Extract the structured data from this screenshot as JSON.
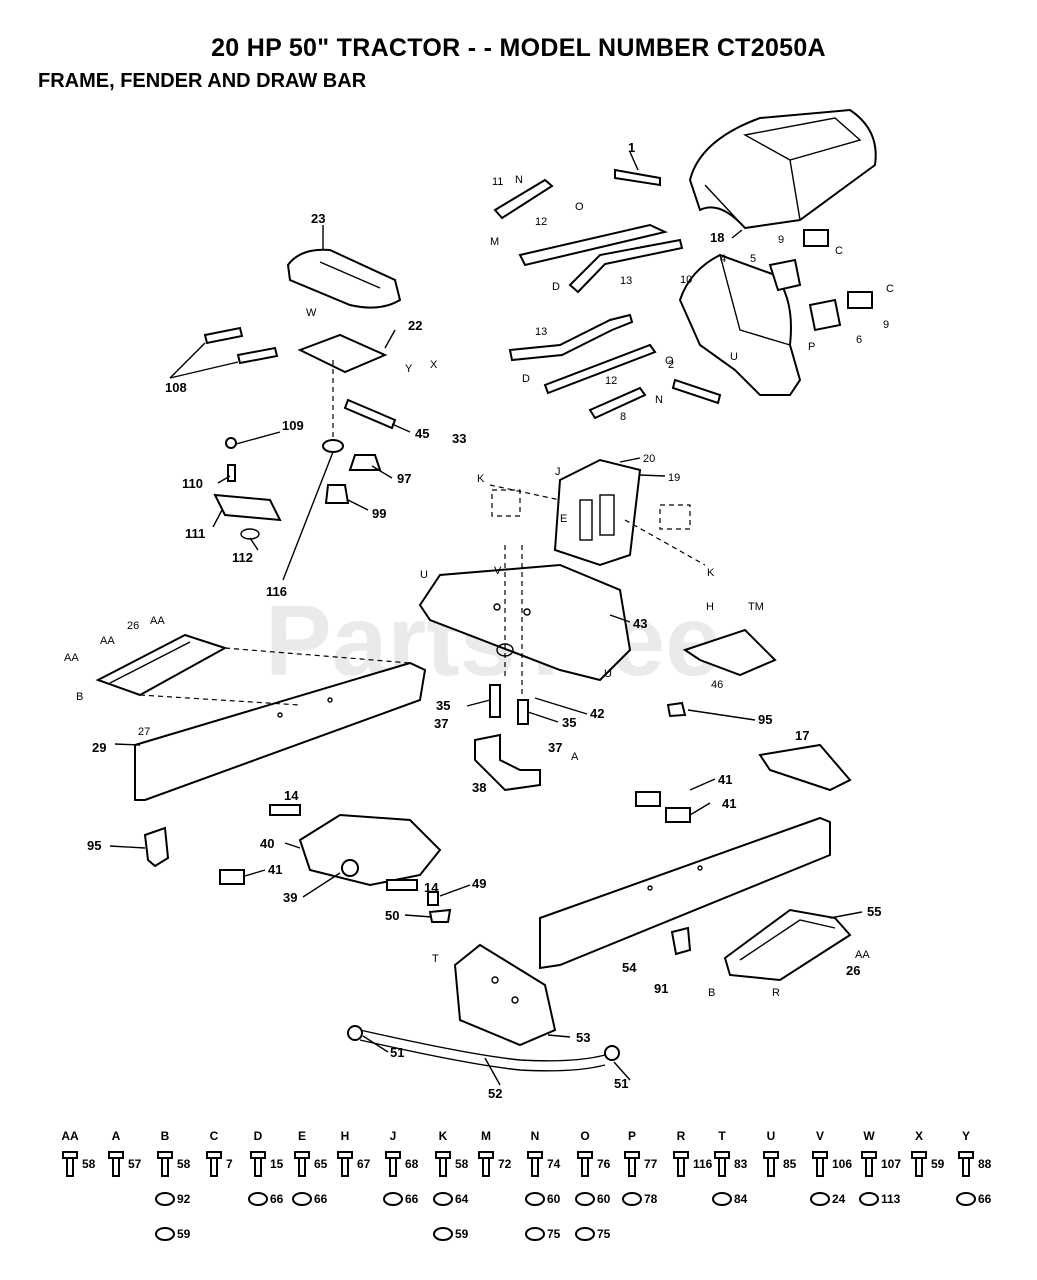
{
  "title": "20 HP 50\" TRACTOR - - MODEL NUMBER CT2050A",
  "subtitle": "FRAME, FENDER AND DRAW BAR",
  "watermark": "PartsTree",
  "watermark_mark": "TM",
  "callouts": [
    {
      "id": "1",
      "text": "1"
    },
    {
      "id": "18",
      "text": "18"
    },
    {
      "id": "11",
      "text": "11"
    },
    {
      "id": "N1",
      "text": "N"
    },
    {
      "id": "M1",
      "text": "M"
    },
    {
      "id": "12a",
      "text": "12"
    },
    {
      "id": "O1",
      "text": "O"
    },
    {
      "id": "D1",
      "text": "D"
    },
    {
      "id": "13a",
      "text": "13"
    },
    {
      "id": "9a",
      "text": "9"
    },
    {
      "id": "C1",
      "text": "C"
    },
    {
      "id": "5",
      "text": "5"
    },
    {
      "id": "10",
      "text": "10"
    },
    {
      "id": "4",
      "text": "4"
    },
    {
      "id": "9b",
      "text": "9"
    },
    {
      "id": "6",
      "text": "6"
    },
    {
      "id": "C2",
      "text": "C"
    },
    {
      "id": "P1",
      "text": "P"
    },
    {
      "id": "U1",
      "text": "U"
    },
    {
      "id": "2",
      "text": "2"
    },
    {
      "id": "13b",
      "text": "13"
    },
    {
      "id": "O2",
      "text": "O"
    },
    {
      "id": "D2",
      "text": "D"
    },
    {
      "id": "12b",
      "text": "12"
    },
    {
      "id": "N2",
      "text": "N"
    },
    {
      "id": "8",
      "text": "8"
    },
    {
      "id": "23",
      "text": "23"
    },
    {
      "id": "22",
      "text": "22"
    },
    {
      "id": "108",
      "text": "108"
    },
    {
      "id": "W1",
      "text": "W"
    },
    {
      "id": "Y1",
      "text": "Y"
    },
    {
      "id": "X1",
      "text": "X"
    },
    {
      "id": "45",
      "text": "45"
    },
    {
      "id": "33",
      "text": "33"
    },
    {
      "id": "109",
      "text": "109"
    },
    {
      "id": "97",
      "text": "97"
    },
    {
      "id": "110",
      "text": "110"
    },
    {
      "id": "99",
      "text": "99"
    },
    {
      "id": "111",
      "text": "111"
    },
    {
      "id": "112",
      "text": "112"
    },
    {
      "id": "116",
      "text": "116"
    },
    {
      "id": "20",
      "text": "20"
    },
    {
      "id": "19",
      "text": "19"
    },
    {
      "id": "K1",
      "text": "K"
    },
    {
      "id": "J1",
      "text": "J"
    },
    {
      "id": "E1",
      "text": "E"
    },
    {
      "id": "K2",
      "text": "K"
    },
    {
      "id": "U2",
      "text": "U"
    },
    {
      "id": "V1",
      "text": "V"
    },
    {
      "id": "43",
      "text": "43"
    },
    {
      "id": "U3",
      "text": "U"
    },
    {
      "id": "46",
      "text": "46"
    },
    {
      "id": "H1",
      "text": "H"
    },
    {
      "id": "95a",
      "text": "95"
    },
    {
      "id": "AA1",
      "text": "AA"
    },
    {
      "id": "26a",
      "text": "26"
    },
    {
      "id": "AA2",
      "text": "AA"
    },
    {
      "id": "AA3",
      "text": "AA"
    },
    {
      "id": "B1",
      "text": "B"
    },
    {
      "id": "27",
      "text": "27"
    },
    {
      "id": "29",
      "text": "29"
    },
    {
      "id": "35a",
      "text": "35"
    },
    {
      "id": "42",
      "text": "42"
    },
    {
      "id": "37a",
      "text": "37"
    },
    {
      "id": "35b",
      "text": "35"
    },
    {
      "id": "37b",
      "text": "37"
    },
    {
      "id": "A1",
      "text": "A"
    },
    {
      "id": "38",
      "text": "38"
    },
    {
      "id": "17",
      "text": "17"
    },
    {
      "id": "41a",
      "text": "41"
    },
    {
      "id": "41b",
      "text": "41"
    },
    {
      "id": "14a",
      "text": "14"
    },
    {
      "id": "95b",
      "text": "95"
    },
    {
      "id": "40",
      "text": "40"
    },
    {
      "id": "41c",
      "text": "41"
    },
    {
      "id": "39",
      "text": "39"
    },
    {
      "id": "14b",
      "text": "14"
    },
    {
      "id": "49",
      "text": "49"
    },
    {
      "id": "50",
      "text": "50"
    },
    {
      "id": "55",
      "text": "55"
    },
    {
      "id": "AA4",
      "text": "AA"
    },
    {
      "id": "26b",
      "text": "26"
    },
    {
      "id": "54",
      "text": "54"
    },
    {
      "id": "91",
      "text": "91"
    },
    {
      "id": "B2",
      "text": "B"
    },
    {
      "id": "R1",
      "text": "R"
    },
    {
      "id": "T1",
      "text": "T"
    },
    {
      "id": "53",
      "text": "53"
    },
    {
      "id": "51a",
      "text": "51"
    },
    {
      "id": "52",
      "text": "52"
    },
    {
      "id": "51b",
      "text": "51"
    }
  ],
  "hardware": [
    {
      "letter": "AA",
      "nums": [
        "58"
      ]
    },
    {
      "letter": "A",
      "nums": [
        "57"
      ]
    },
    {
      "letter": "B",
      "nums": [
        "58",
        "92",
        "59"
      ]
    },
    {
      "letter": "C",
      "nums": [
        "7"
      ]
    },
    {
      "letter": "D",
      "nums": [
        "15",
        "66"
      ]
    },
    {
      "letter": "E",
      "nums": [
        "65",
        "66"
      ]
    },
    {
      "letter": "H",
      "nums": [
        "67"
      ]
    },
    {
      "letter": "J",
      "nums": [
        "68",
        "66"
      ]
    },
    {
      "letter": "K",
      "nums": [
        "58",
        "64",
        "59"
      ]
    },
    {
      "letter": "M",
      "nums": [
        "72"
      ]
    },
    {
      "letter": "N",
      "nums": [
        "74",
        "60",
        "75"
      ]
    },
    {
      "letter": "O",
      "nums": [
        "76",
        "60",
        "75"
      ]
    },
    {
      "letter": "P",
      "nums": [
        "77",
        "78"
      ]
    },
    {
      "letter": "R",
      "nums": [
        "116"
      ]
    },
    {
      "letter": "T",
      "nums": [
        "83",
        "84"
      ]
    },
    {
      "letter": "U",
      "nums": [
        "85"
      ]
    },
    {
      "letter": "V",
      "nums": [
        "106",
        "24"
      ]
    },
    {
      "letter": "W",
      "nums": [
        "107",
        "113"
      ]
    },
    {
      "letter": "X",
      "nums": [
        "59"
      ]
    },
    {
      "letter": "Y",
      "nums": [
        "88",
        "66"
      ]
    }
  ]
}
